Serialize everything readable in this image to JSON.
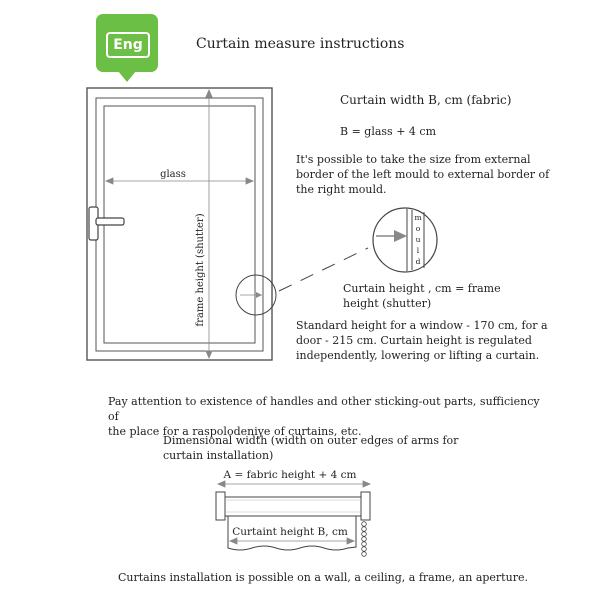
{
  "badge": {
    "label": "Eng"
  },
  "title": "Curtain measure instructions",
  "window": {
    "glass_label": "glass",
    "frame_height_label": "frame height (shutter)",
    "mould_letters": [
      "m",
      "o",
      "u",
      "l",
      "d"
    ]
  },
  "width_section": {
    "heading": "Curtain width B, cm (fabric)",
    "formula": "B = glass + 4 cm",
    "note_lines": [
      "It's possible to take the size from external",
      "border of the left mould to external border of",
      "the right mould."
    ]
  },
  "height_section": {
    "lines": [
      "Curtain height , cm = frame",
      "height (shutter)"
    ]
  },
  "standard_note": [
    "Standard height for a window - 170 cm, for a",
    "door - 215 cm. Curtain height is regulated",
    "independently, lowering or lifting a curtain."
  ],
  "attention_note": [
    "Pay attention to existence of handles and other sticking-out parts, sufficiency of",
    "the place for a raspolodeniye of curtains, etc."
  ],
  "dimensional_note": [
    "Dimensional width (width on outer edges of arms for",
    "curtain installation)"
  ],
  "roller": {
    "top_label": "A = fabric height + 4 cm",
    "bottom_label": "Curtaint height B, cm"
  },
  "install_note": "Curtains installation is possible on a wall, a ceiling, a frame, an aperture."
}
